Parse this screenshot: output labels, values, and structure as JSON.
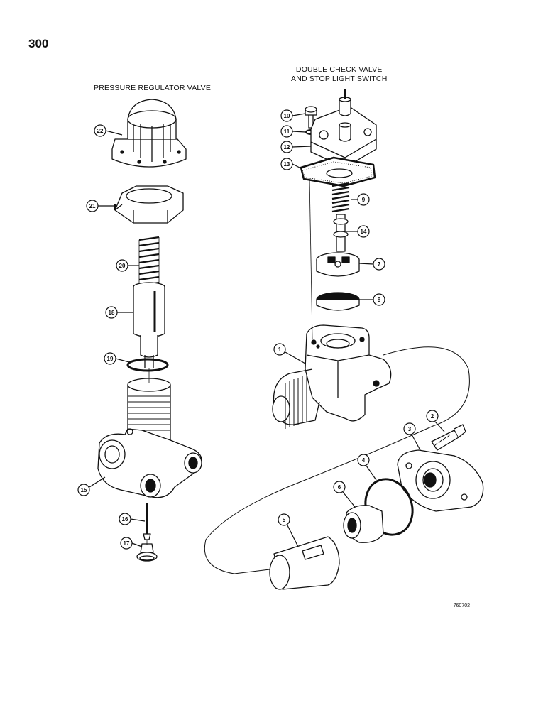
{
  "page_number": "300",
  "titles": {
    "left": "PRESSURE REGULATOR VALVE",
    "right_line1": "DOUBLE CHECK VALVE",
    "right_line2": "AND STOP LIGHT SWITCH"
  },
  "reference_number": "760702",
  "callouts": {
    "c1": "1",
    "c2": "2",
    "c3": "3",
    "c4": "4",
    "c5": "5",
    "c6": "6",
    "c7": "7",
    "c8": "8",
    "c9": "9",
    "c10": "10",
    "c11": "11",
    "c12": "12",
    "c13": "13",
    "c14": "14",
    "c15": "15",
    "c16": "16",
    "c17": "17",
    "c18": "18",
    "c19": "19",
    "c20": "20",
    "c21": "21",
    "c22": "22"
  },
  "colors": {
    "ink": "#111111",
    "paper": "#ffffff"
  }
}
